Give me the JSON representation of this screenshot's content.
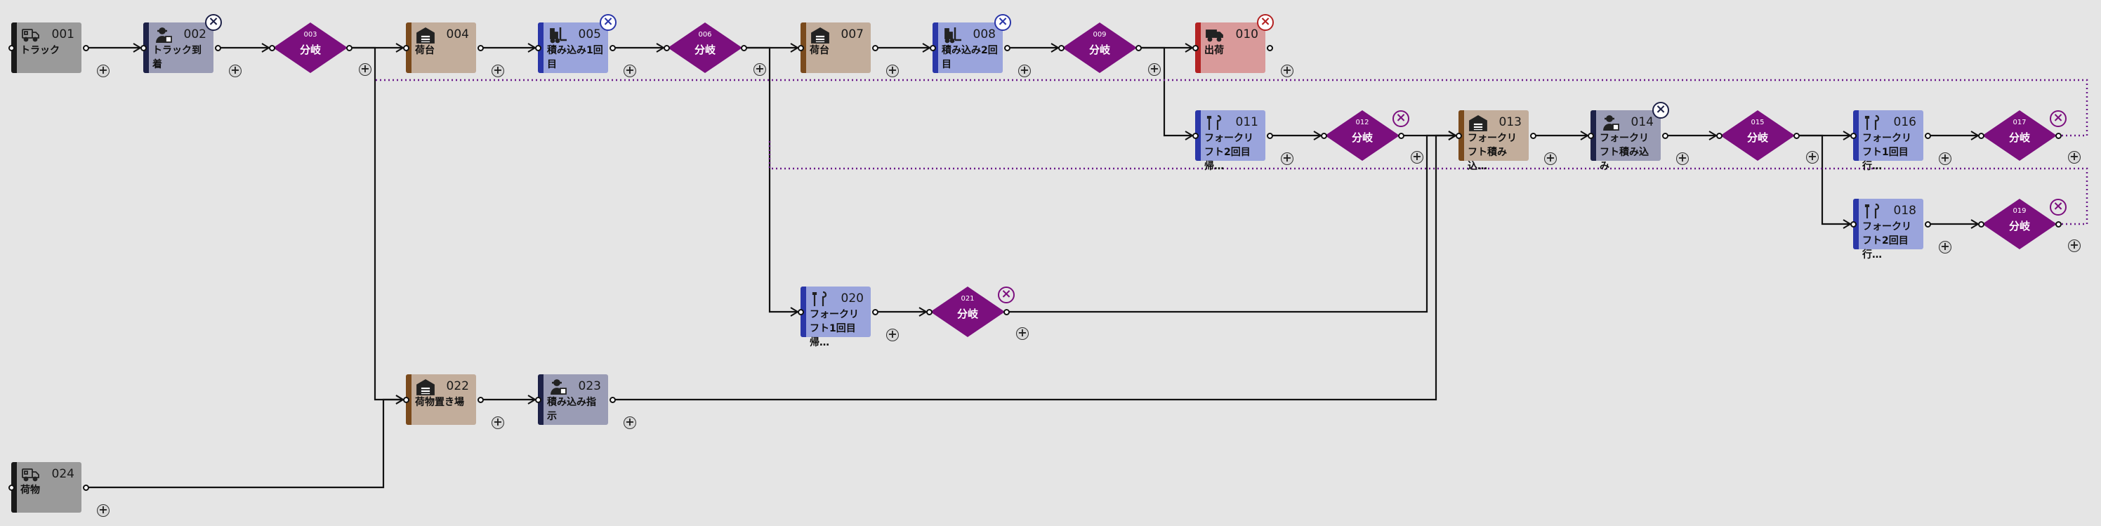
{
  "colors": {
    "gray": "#9a9a9a",
    "gray_bar": "#1a1a1a",
    "navy": "#9a9cb5",
    "navy_bar": "#1d2147",
    "tan": "#c2ad9b",
    "tan_bar": "#7a4a1c",
    "blue": "#9aa4dc",
    "blue_bar": "#2a36a8",
    "red": "#d99a9a",
    "red_bar": "#b32222",
    "purple": "#7b0f7e",
    "dotted": "#6a1a8a"
  },
  "nodes": [
    {
      "id": "001",
      "label": "トラック",
      "icon": "truck-icon"
    },
    {
      "id": "002",
      "label": "トラック到着",
      "icon": "worker-icon"
    },
    {
      "id": "004",
      "label": "荷台",
      "icon": "warehouse-icon"
    },
    {
      "id": "005",
      "label": "積み込み1回目",
      "icon": "forklift-icon"
    },
    {
      "id": "007",
      "label": "荷台",
      "icon": "warehouse-icon"
    },
    {
      "id": "008",
      "label": "積み込み2回目",
      "icon": "forklift-icon"
    },
    {
      "id": "010",
      "label": "出荷",
      "icon": "shipping-icon"
    },
    {
      "id": "011",
      "label": "フォークリフト2回目帰…",
      "icon": "tools-icon"
    },
    {
      "id": "013",
      "label": "フォークリフト積み込…",
      "icon": "warehouse-icon"
    },
    {
      "id": "014",
      "label": "フォークリフト積み込み",
      "icon": "worker-icon"
    },
    {
      "id": "016",
      "label": "フォークリフト1回目行…",
      "icon": "tools-icon"
    },
    {
      "id": "018",
      "label": "フォークリフト2回目行…",
      "icon": "tools-icon"
    },
    {
      "id": "020",
      "label": "フォークリフト1回目帰…",
      "icon": "tools-icon"
    },
    {
      "id": "022",
      "label": "荷物置き場",
      "icon": "warehouse-icon"
    },
    {
      "id": "023",
      "label": "積み込み指示",
      "icon": "worker-icon"
    },
    {
      "id": "024",
      "label": "荷物",
      "icon": "truck-icon"
    }
  ],
  "branches": [
    {
      "id": "003",
      "label": "分岐"
    },
    {
      "id": "006",
      "label": "分岐"
    },
    {
      "id": "009",
      "label": "分岐"
    },
    {
      "id": "012",
      "label": "分岐"
    },
    {
      "id": "015",
      "label": "分岐"
    },
    {
      "id": "017",
      "label": "分岐"
    },
    {
      "id": "019",
      "label": "分岐"
    },
    {
      "id": "021",
      "label": "分岐"
    }
  ],
  "close_symbol": "×",
  "add_symbol": "+"
}
